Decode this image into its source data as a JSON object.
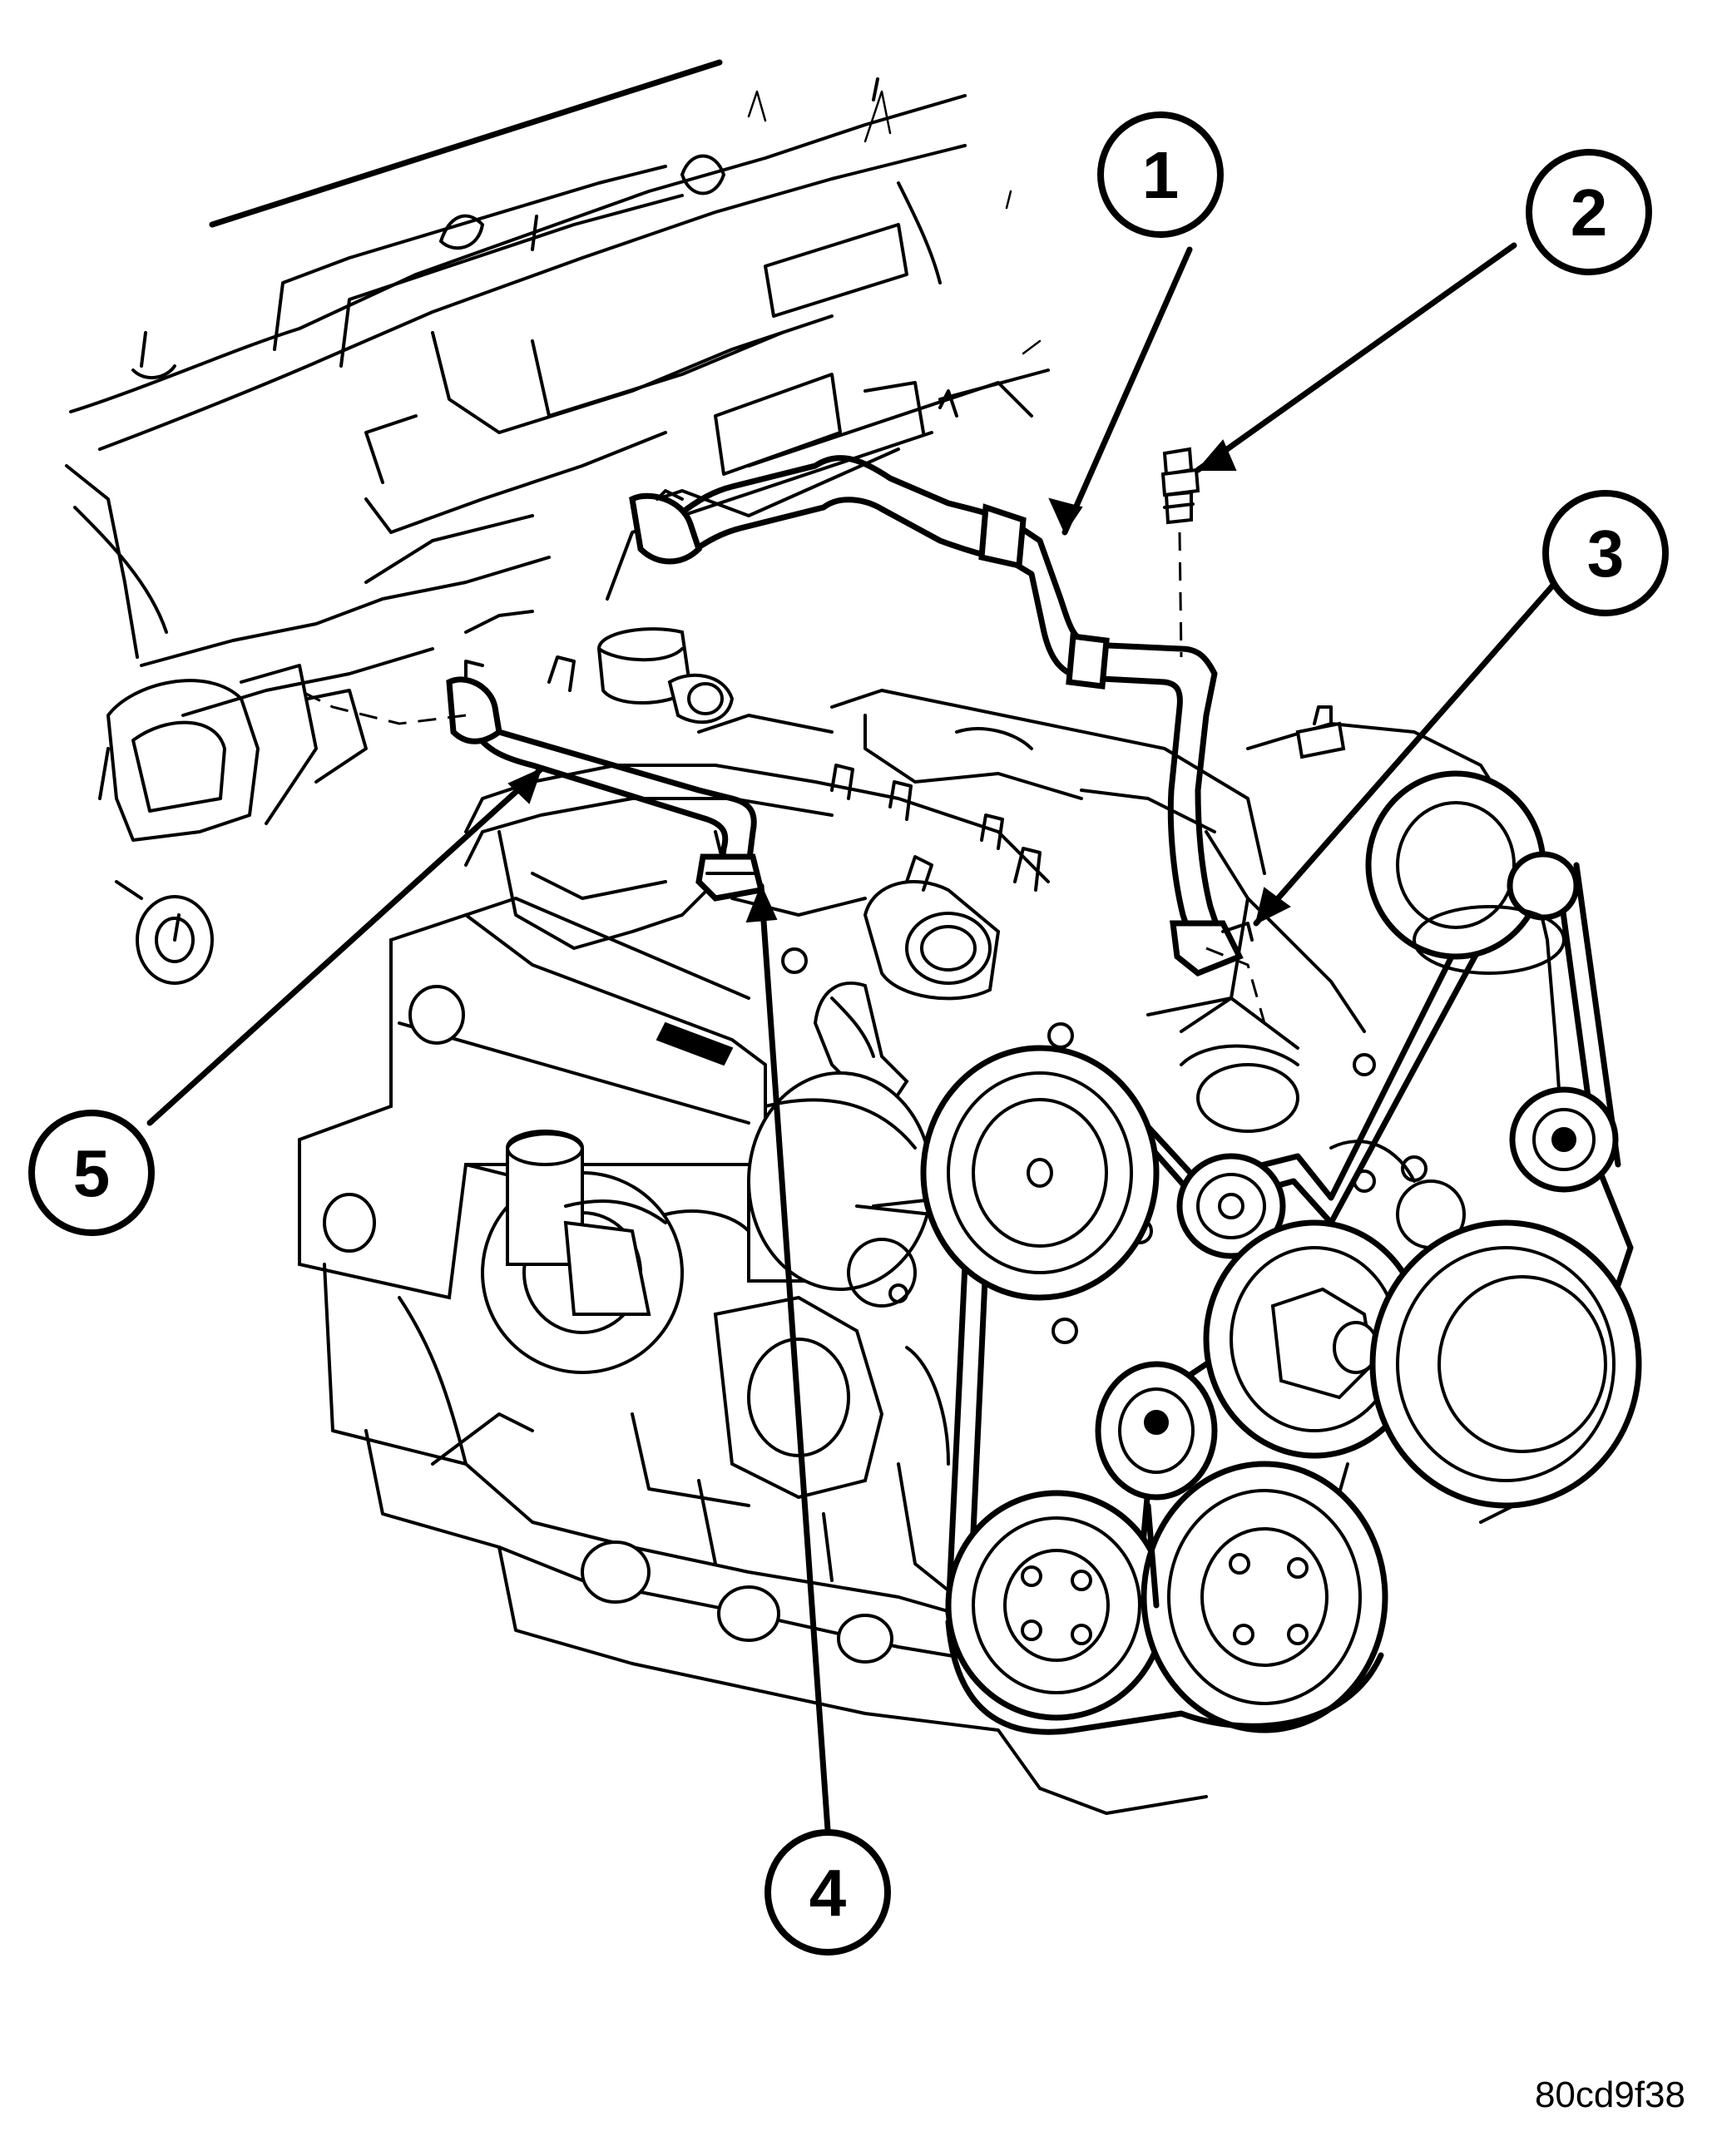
{
  "figure_id": "80cd9f38",
  "callouts": [
    {
      "number": "1"
    },
    {
      "number": "2"
    },
    {
      "number": "3"
    },
    {
      "number": "4"
    },
    {
      "number": "5"
    }
  ]
}
